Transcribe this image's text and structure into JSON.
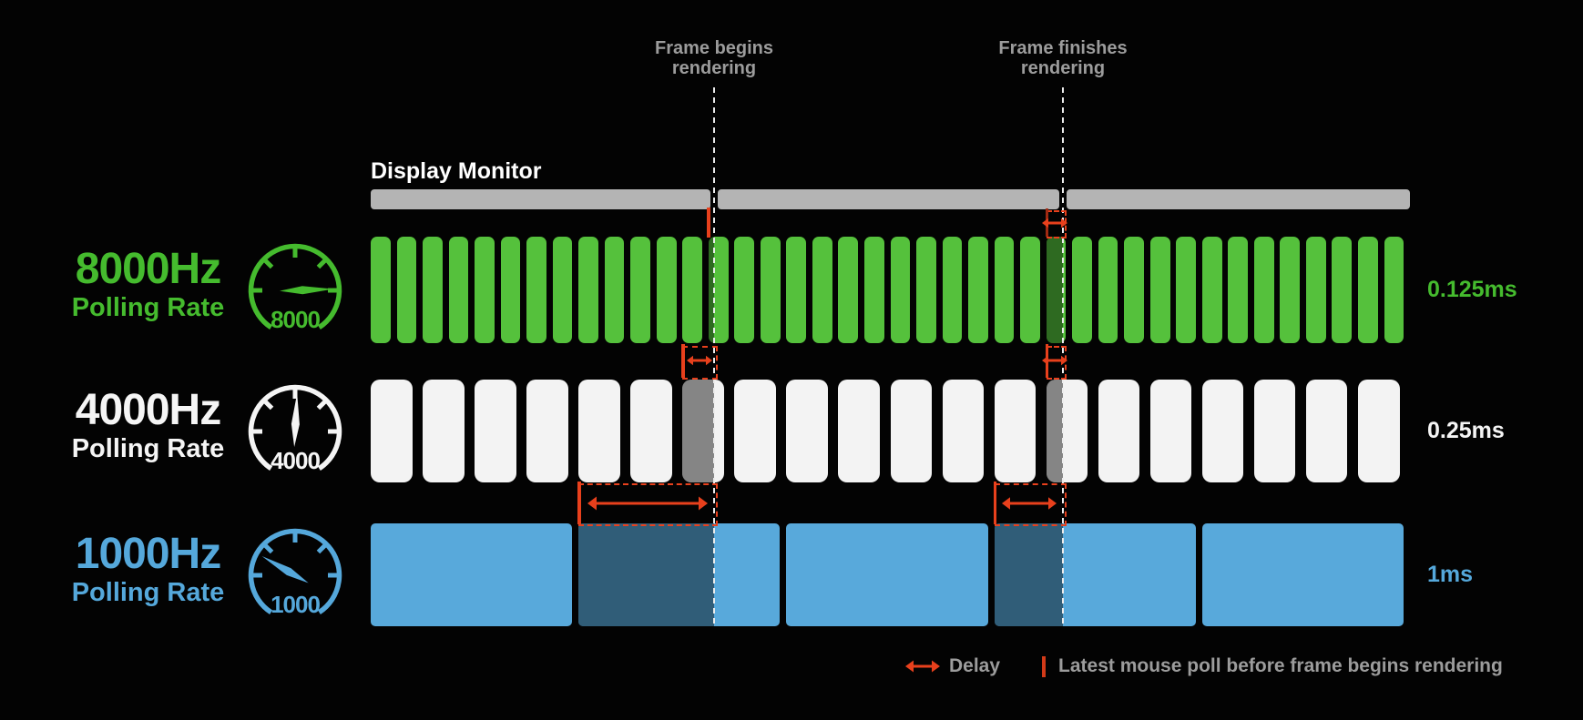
{
  "frame_events": {
    "begins": {
      "line1": "Frame begins",
      "line2": "rendering"
    },
    "finishes": {
      "line1": "Frame finishes",
      "line2": "rendering"
    }
  },
  "display_monitor_label": "Display Monitor",
  "rows": [
    {
      "id": "8000hz",
      "rate_label": "8000Hz",
      "sublabel": "Polling Rate",
      "gauge_value": "8000",
      "interval_label": "0.125ms",
      "poll_count": 40,
      "bar_color": "#55c13c",
      "label_color": "#45bb2e",
      "needle_angle_deg": 2
    },
    {
      "id": "4000hz",
      "rate_label": "4000Hz",
      "sublabel": "Polling Rate",
      "gauge_value": "4000",
      "interval_label": "0.25ms",
      "poll_count": 20,
      "bar_color": "#f3f3f3",
      "label_color": "#f5f5f5",
      "needle_angle_deg": 87
    },
    {
      "id": "1000hz",
      "rate_label": "1000Hz",
      "sublabel": "Polling Rate",
      "gauge_value": "1000",
      "interval_label": "1ms",
      "poll_count": 5,
      "bar_color": "#58a9db",
      "label_color": "#55a8db",
      "needle_angle_deg": 150
    }
  ],
  "legend": {
    "delay_label": "Delay",
    "poll_marker_label": "Latest mouse poll before frame begins rendering"
  },
  "colors": {
    "delay_red": "#e8401c",
    "poll_marker_dark_red": "#a02912",
    "legend_tick_red": "#d23a18",
    "monitor_gray": "#b4b4b4",
    "event_label_gray": "#9c9c9c",
    "shade_overlay": "rgba(0,0,0,0.45)",
    "background": "#030303"
  }
}
